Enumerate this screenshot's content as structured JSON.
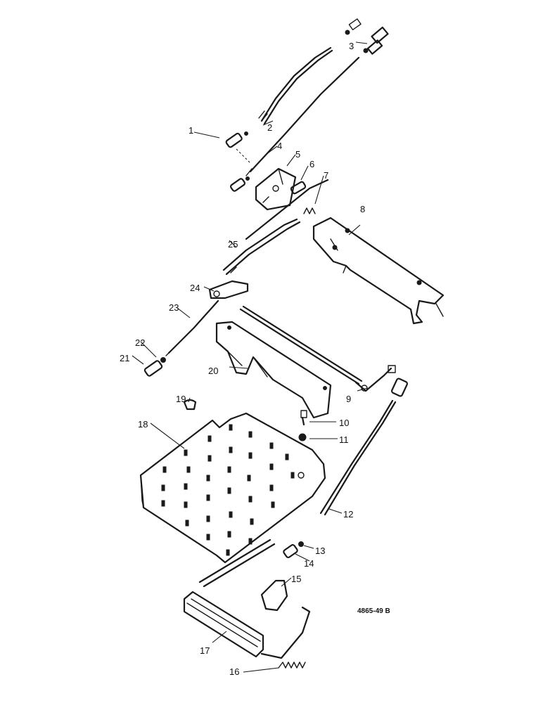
{
  "diagram": {
    "reference_code": "4865-49 B",
    "callouts": [
      "1",
      "2",
      "3",
      "4",
      "5",
      "6",
      "7",
      "8",
      "9",
      "10",
      "11",
      "12",
      "13",
      "14",
      "15",
      "16",
      "17",
      "18",
      "19",
      "20",
      "21",
      "22",
      "23",
      "24",
      "25"
    ]
  }
}
